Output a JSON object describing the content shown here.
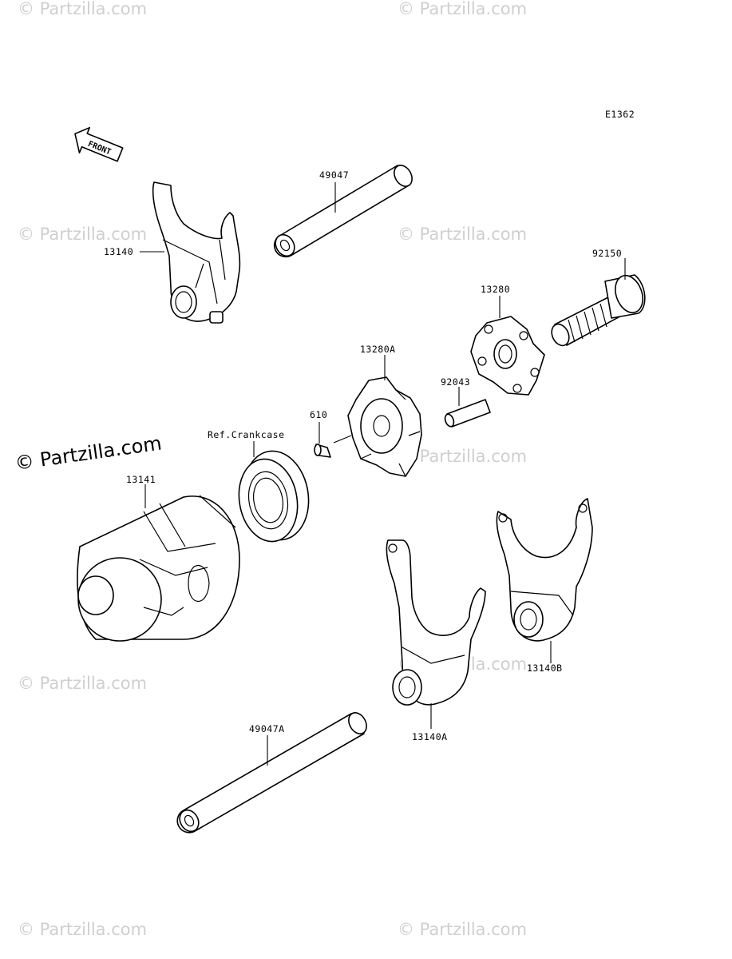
{
  "diagram": {
    "code": "E1362",
    "front_label": "FRONT",
    "labels": {
      "shift_fork_13140": "13140",
      "shaft_49047": "49047",
      "bolt_92150": "92150",
      "cam_13280": "13280",
      "cam_13280A": "13280A",
      "pin_92043": "92043",
      "pin_610": "610",
      "ref_crankcase": "Ref.Crankcase",
      "drum_13141": "13141",
      "fork_13140B": "13140B",
      "fork_13140A": "13140A",
      "shaft_49047A": "49047A"
    }
  },
  "watermark": {
    "text": "© Partzilla.com",
    "main_text": "© Partzilla.com",
    "color": "#cfcfcf"
  }
}
